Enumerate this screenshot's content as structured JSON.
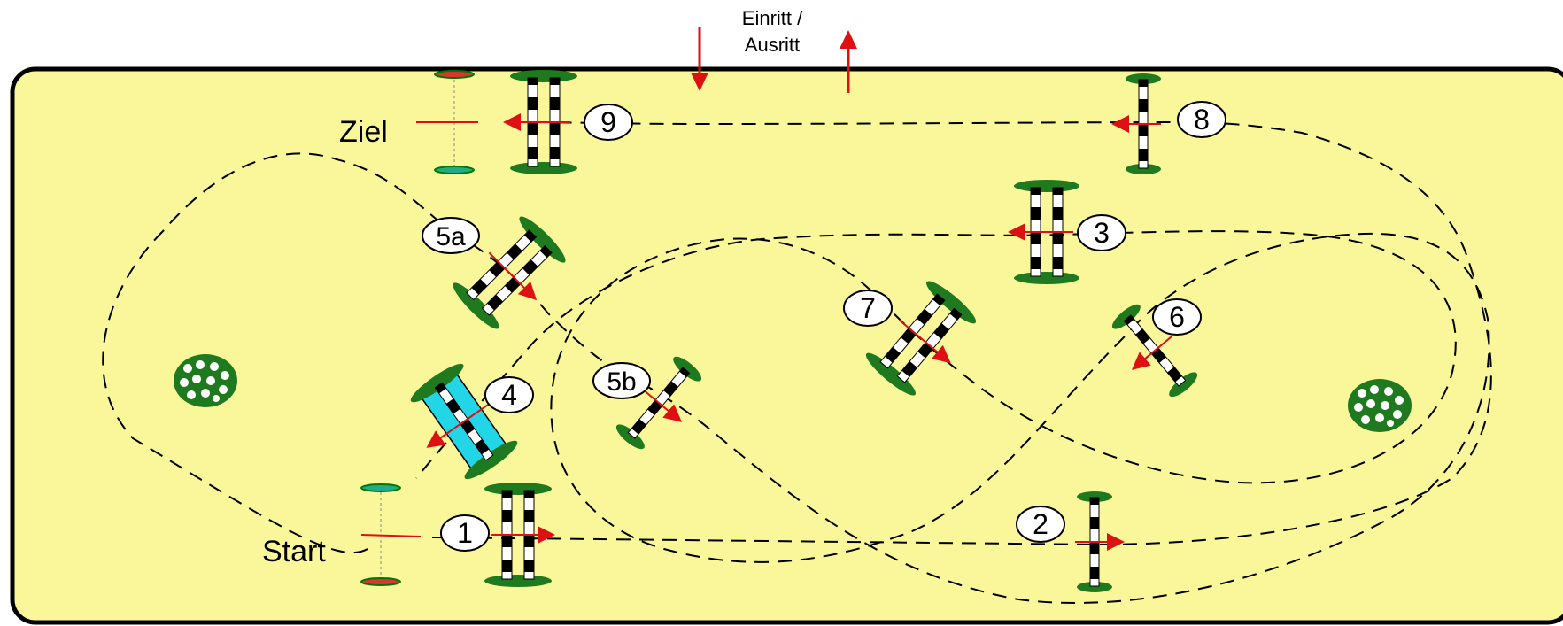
{
  "entrance_label_line1": "Einritt /",
  "entrance_label_line2": "Ausritt",
  "start_label": "Start",
  "finish_label": "Ziel",
  "colors": {
    "arena_fill": "#f9f79a",
    "arena_border": "#000000",
    "direction_arrow": "#dd1111",
    "pole_dark": "#000000",
    "pole_light": "#ffffff",
    "standard_green": "#1f7a1f",
    "water_fill": "#22d6e8",
    "path_dash": "#000000"
  },
  "obstacles": [
    {
      "number": "1",
      "type": "oxer"
    },
    {
      "number": "2",
      "type": "vertical"
    },
    {
      "number": "3",
      "type": "oxer"
    },
    {
      "number": "4",
      "type": "water-oxer"
    },
    {
      "number": "5a",
      "type": "oxer"
    },
    {
      "number": "5b",
      "type": "vertical"
    },
    {
      "number": "6",
      "type": "vertical"
    },
    {
      "number": "7",
      "type": "oxer"
    },
    {
      "number": "8",
      "type": "vertical"
    },
    {
      "number": "9",
      "type": "oxer"
    }
  ],
  "decorations": [
    "flower-bed-icon",
    "flower-bed-icon"
  ]
}
